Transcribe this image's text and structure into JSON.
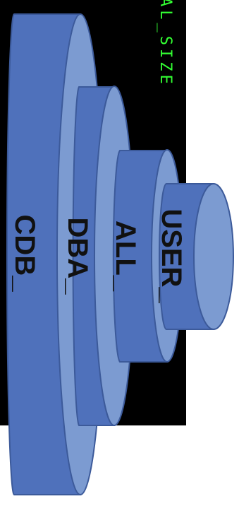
{
  "terminal": {
    "text": "AL_SIZE",
    "color": "#33ff33",
    "background": "#000000"
  },
  "diagram": {
    "layers": [
      {
        "label": "CDB_"
      },
      {
        "label": "DBA_"
      },
      {
        "label": "ALL_"
      },
      {
        "label": "USER_"
      }
    ],
    "colors": {
      "cylinder_side": "#4f71bb",
      "cylinder_face": "#7c9bd1",
      "outline": "#3c5a9a",
      "label": "#111111"
    }
  }
}
